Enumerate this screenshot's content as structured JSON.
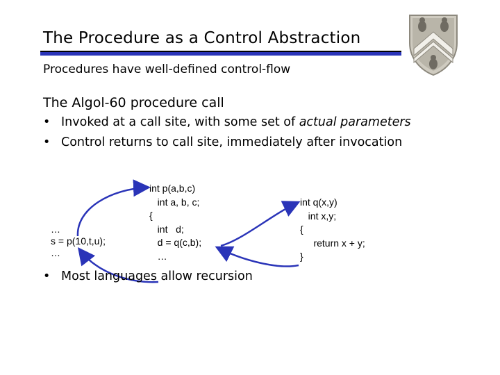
{
  "slide": {
    "title": "The Procedure as a Control Abstraction",
    "subtitle": "Procedures have well-defined control-flow",
    "heading": "The Algol-60 procedure call",
    "bullets": [
      {
        "marker": "•",
        "text_before": "Invoked at a call site, with some set of ",
        "emphasis": "actual parameters",
        "text_after": ""
      },
      {
        "marker": "•",
        "text": "Control returns to call site, immediately after invocation"
      }
    ],
    "bottom_bullet": {
      "marker": "•",
      "text": "Most languages allow recursion"
    }
  },
  "code": {
    "caller": [
      "…",
      "s = p(10,t,u);",
      "…"
    ],
    "procedure_p": [
      "int p(a,b,c)",
      "   int a, b, c;",
      "{",
      "   int   d;",
      "   d = q(c,b);",
      "   …"
    ],
    "procedure_q": [
      "int q(x,y)",
      "   int x,y;",
      "{",
      "     return x + y;",
      "}"
    ]
  },
  "colors": {
    "accent_rule": "#2a34b8",
    "arrows": "#2a34b8",
    "crest": "#b8b4a8"
  },
  "icons": {
    "crest": "shield-crest-icon"
  }
}
